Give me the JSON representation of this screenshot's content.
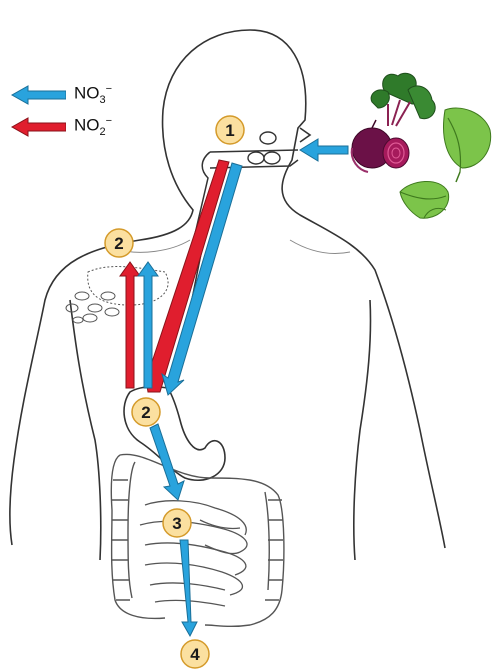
{
  "legend": {
    "nitrate": {
      "base": "NO",
      "sub": "3",
      "sup": "−",
      "color": "#29a3dd"
    },
    "nitrite": {
      "base": "NO",
      "sub": "2",
      "sup": "−",
      "color": "#e01e2e"
    }
  },
  "step_badges": [
    {
      "label": "1",
      "location": "mouth"
    },
    {
      "label": "2",
      "location": "lungs"
    },
    {
      "label": "2",
      "location": "stomach"
    },
    {
      "label": "3",
      "location": "small-intestine"
    },
    {
      "label": "4",
      "location": "exit"
    }
  ],
  "food_icons": [
    "beetroot-icon",
    "spinach-leaf-icon",
    "spinach-leaf-icon"
  ],
  "colors": {
    "badge_fill": "#fbe0a0",
    "badge_stroke": "#d49a2a",
    "outline": "#333333"
  }
}
